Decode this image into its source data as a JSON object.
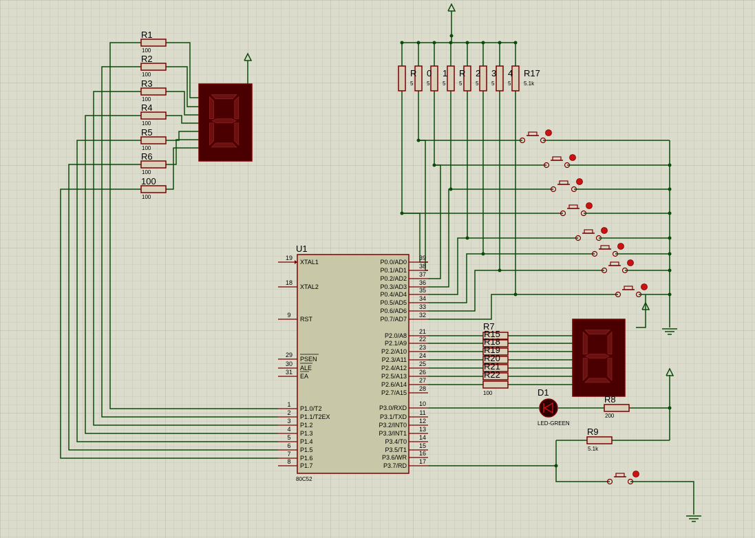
{
  "colors": {
    "background": "#dcdccc",
    "grid": "#c6c6b6",
    "grid_major": "#b8b8a8",
    "wire": "#0a4b0a",
    "component": "#7a0000",
    "ic_body": "#c8c8a8",
    "display_body": "#4a0000",
    "segment_off": "#6a1010",
    "resistor_body": "#d8d0b8",
    "power": "#0a4b0a"
  },
  "mcu": {
    "ref": "U1",
    "part": "80C52",
    "left_pins": [
      {
        "num": "19",
        "name": "XTAL1"
      },
      {
        "num": "18",
        "name": "XTAL2"
      },
      {
        "num": "9",
        "name": "RST"
      },
      {
        "num": "29",
        "name": "PSEN"
      },
      {
        "num": "30",
        "name": "ALE"
      },
      {
        "num": "31",
        "name": "EA"
      },
      {
        "num": "1",
        "name": "P1.0/T2"
      },
      {
        "num": "2",
        "name": "P1.1/T2EX"
      },
      {
        "num": "3",
        "name": "P1.2"
      },
      {
        "num": "4",
        "name": "P1.3"
      },
      {
        "num": "5",
        "name": "P1.4"
      },
      {
        "num": "6",
        "name": "P1.5"
      },
      {
        "num": "7",
        "name": "P1.6"
      },
      {
        "num": "8",
        "name": "P1.7"
      }
    ],
    "right_pins": [
      {
        "num": "39",
        "name": "P0.0/AD0"
      },
      {
        "num": "38",
        "name": "P0.1/AD1"
      },
      {
        "num": "37",
        "name": "P0.2/AD2"
      },
      {
        "num": "36",
        "name": "P0.3/AD3"
      },
      {
        "num": "35",
        "name": "P0.4/AD4"
      },
      {
        "num": "34",
        "name": "P0.5/AD5"
      },
      {
        "num": "33",
        "name": "P0.6/AD6"
      },
      {
        "num": "32",
        "name": "P0.7/AD7"
      },
      {
        "num": "21",
        "name": "P2.0/A8"
      },
      {
        "num": "22",
        "name": "P2.1/A9"
      },
      {
        "num": "23",
        "name": "P2.2/A10"
      },
      {
        "num": "24",
        "name": "P2.3/A11"
      },
      {
        "num": "25",
        "name": "P2.4/A12"
      },
      {
        "num": "26",
        "name": "P2.5/A13"
      },
      {
        "num": "27",
        "name": "P2.6/A14"
      },
      {
        "num": "28",
        "name": "P2.7/A15"
      },
      {
        "num": "10",
        "name": "P3.0/RXD"
      },
      {
        "num": "11",
        "name": "P3.1/TXD"
      },
      {
        "num": "12",
        "name": "P3.2/INT0"
      },
      {
        "num": "13",
        "name": "P3.3/INT1"
      },
      {
        "num": "14",
        "name": "P3.4/T0"
      },
      {
        "num": "15",
        "name": "P3.5/T1"
      },
      {
        "num": "16",
        "name": "P3.6/WR"
      },
      {
        "num": "17",
        "name": "P3.7/RD"
      }
    ]
  },
  "left_resistors": [
    {
      "ref": "R1",
      "value": "100"
    },
    {
      "ref": "R2",
      "value": "100"
    },
    {
      "ref": "R3",
      "value": "100"
    },
    {
      "ref": "R4",
      "value": "100"
    },
    {
      "ref": "R5",
      "value": "100"
    },
    {
      "ref": "R6",
      "value": "100"
    },
    {
      "ref": "100",
      "value": "100"
    }
  ],
  "pullup_resistors": [
    {
      "ref": "R",
      "value": "5"
    },
    {
      "ref": "0",
      "value": "5"
    },
    {
      "ref": "1",
      "value": "5"
    },
    {
      "ref": "R",
      "value": "5"
    },
    {
      "ref": "2",
      "value": "5"
    },
    {
      "ref": "3",
      "value": "5"
    },
    {
      "ref": "4",
      "value": "5"
    },
    {
      "ref": "R17",
      "value": "5.1k"
    }
  ],
  "right_resistors": {
    "top_ref": "R7",
    "refs": [
      "R15",
      "R18",
      "R19",
      "R20",
      "R21",
      "R22"
    ],
    "value": "100"
  },
  "led": {
    "ref": "D1",
    "part": "LED-GREEN"
  },
  "r8": {
    "ref": "R8",
    "value": "200"
  },
  "r9": {
    "ref": "R9",
    "value": "5.1k"
  }
}
